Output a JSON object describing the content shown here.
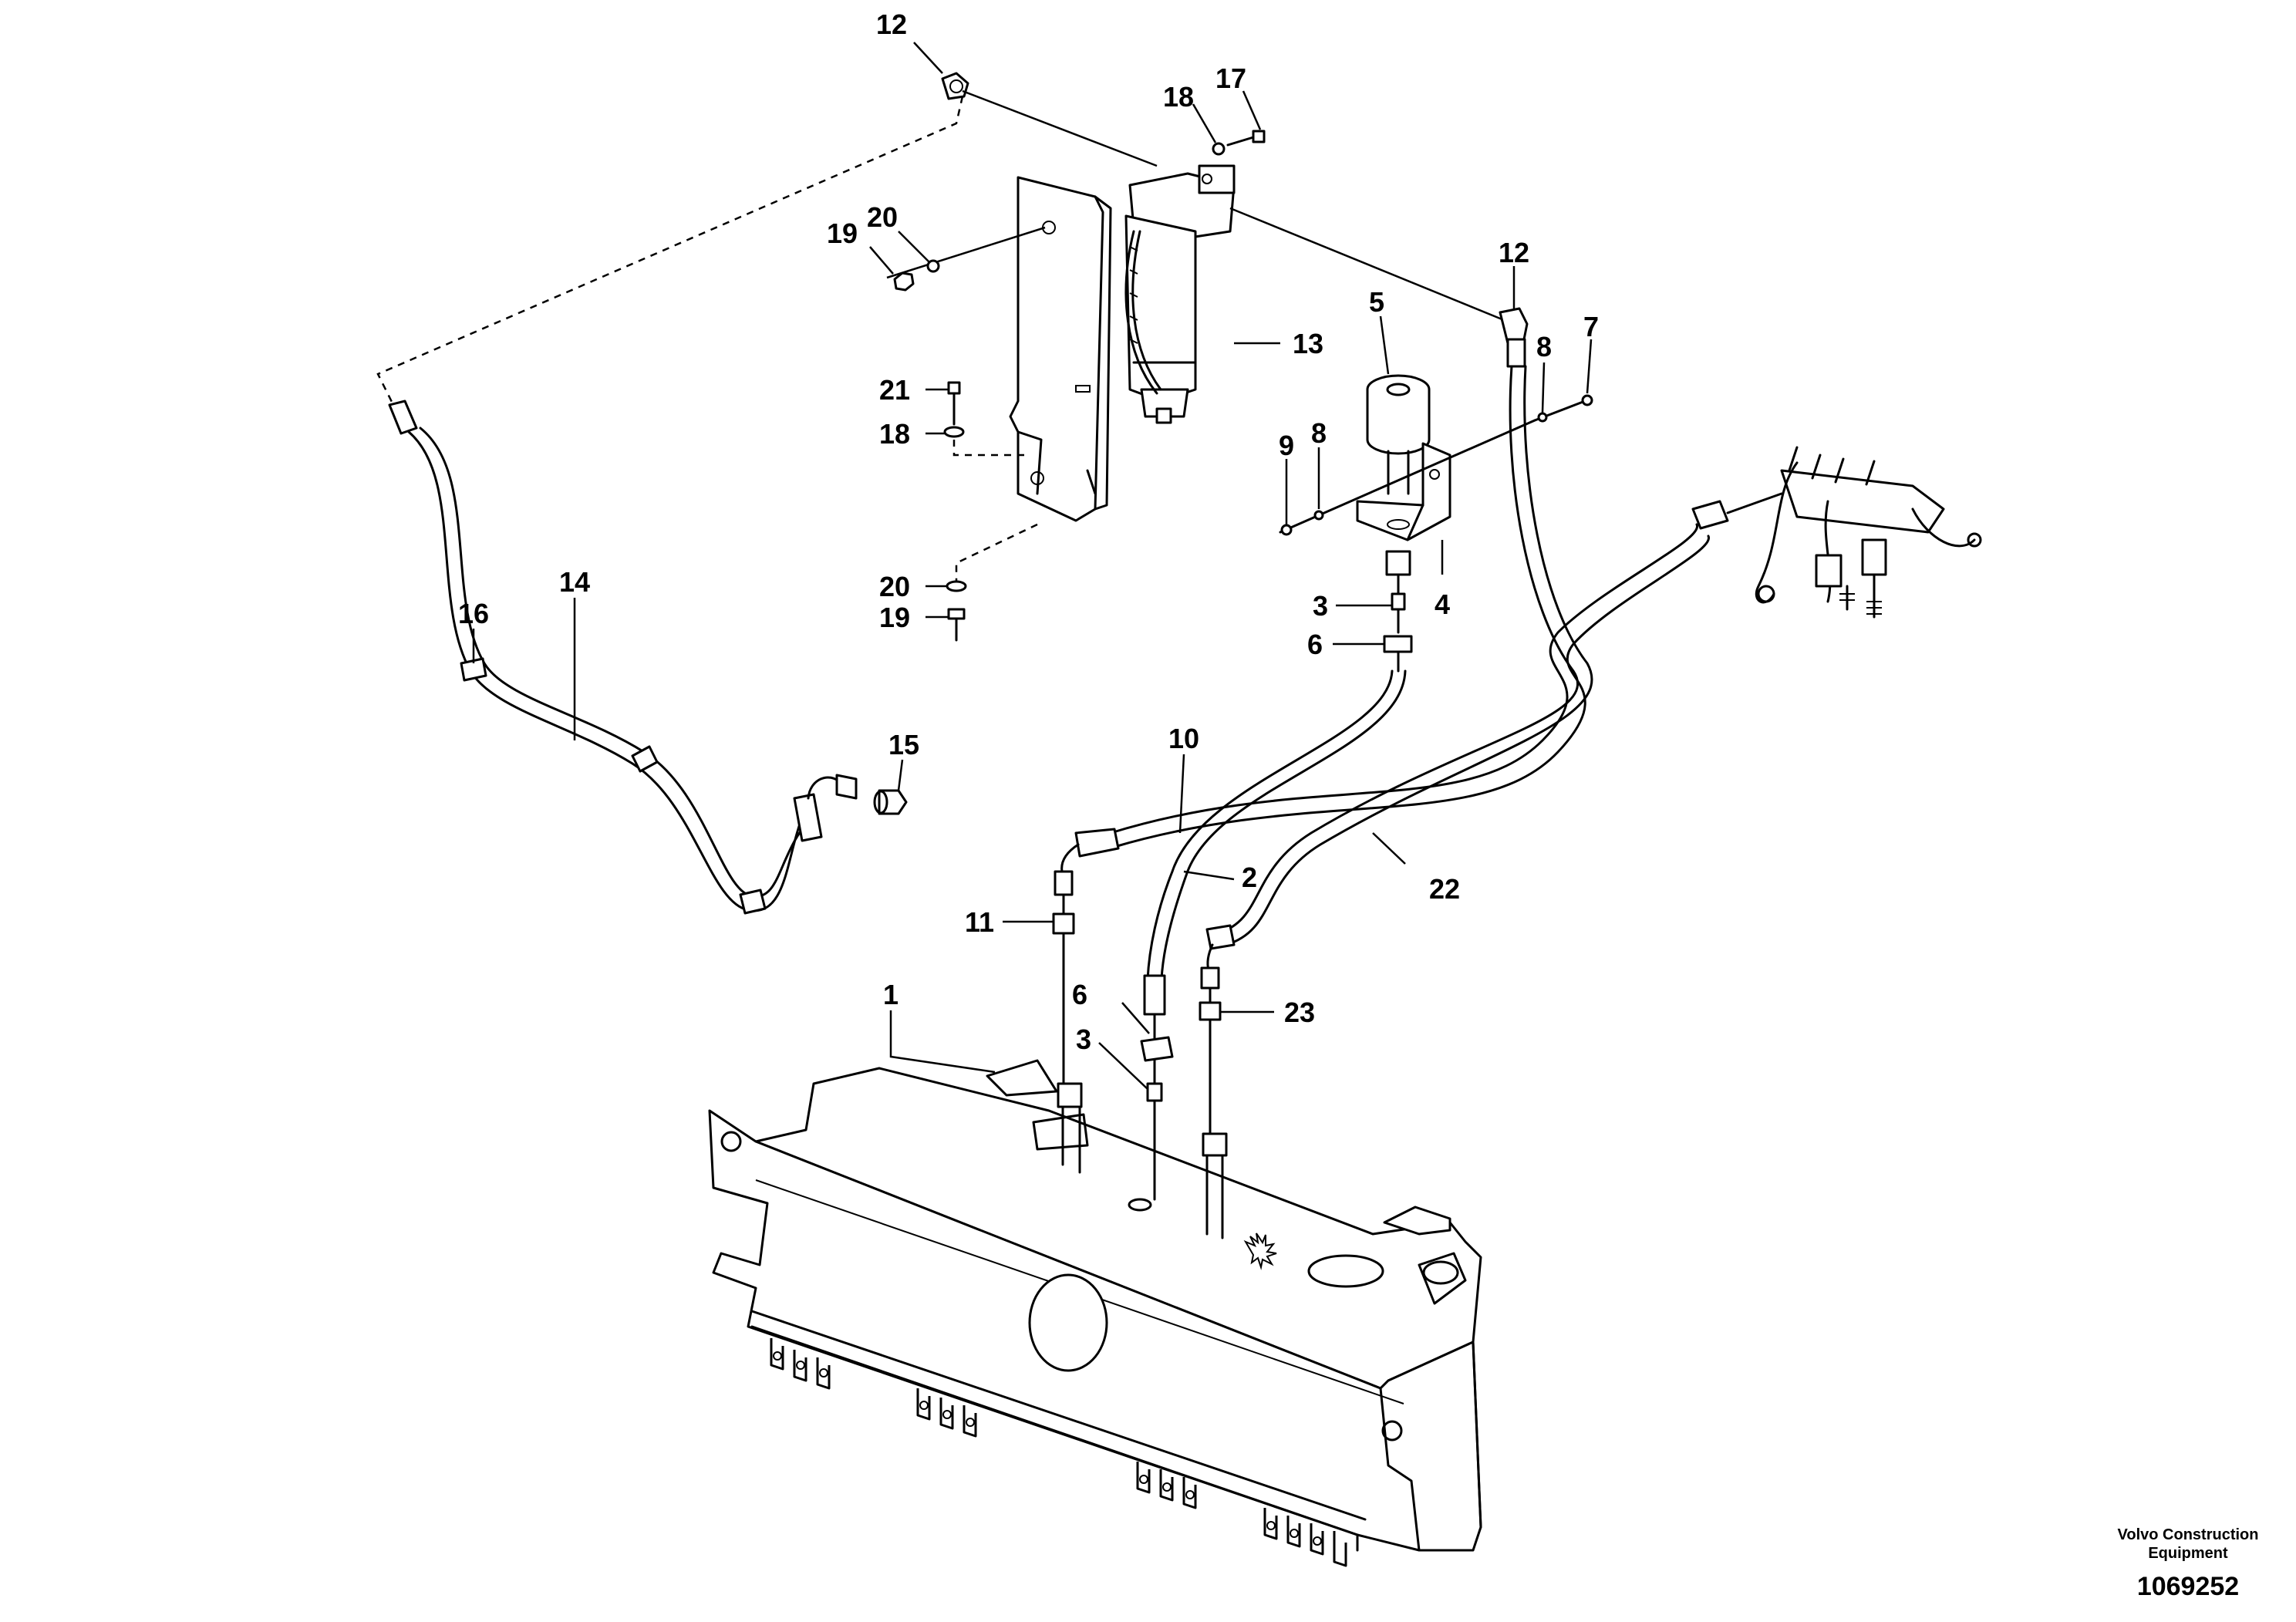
{
  "callouts": {
    "c12a": "12",
    "c17": "17",
    "c18a": "18",
    "c20a": "20",
    "c19a": "19",
    "c13": "13",
    "c12b": "12",
    "c5": "5",
    "c7": "7",
    "c8a": "8",
    "c21": "21",
    "c18b": "18",
    "c9": "9",
    "c8b": "8",
    "c4": "4",
    "c3a": "3",
    "c6a": "6",
    "c20b": "20",
    "c19b": "19",
    "c14": "14",
    "c16": "16",
    "c15": "15",
    "c10": "10",
    "c2": "2",
    "c22": "22",
    "c11": "11",
    "c1": "1",
    "c6b": "6",
    "c3b": "3",
    "c23": "23"
  },
  "footer": {
    "brand_line1": "Volvo Construction",
    "brand_line2": "Equipment",
    "drawing_number": "1069252"
  }
}
